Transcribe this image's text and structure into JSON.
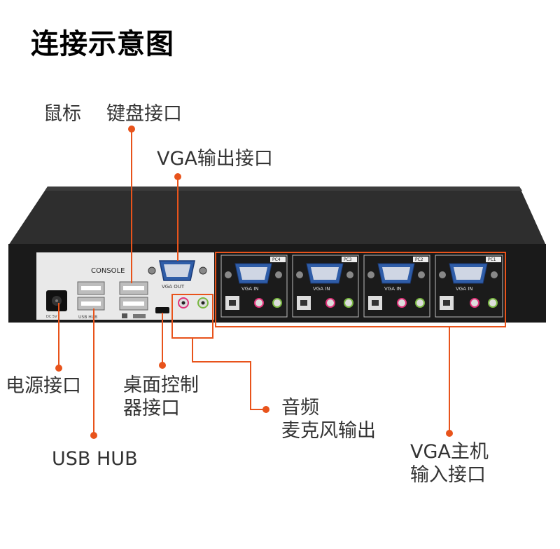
{
  "title": "连接示意图",
  "labels": {
    "mouse": "鼠标",
    "keyboard": "键盘接口",
    "vga_out": "VGA输出接口",
    "power": "电源接口",
    "usb_hub": "USB HUB",
    "desktop_controller": [
      "桌面控制",
      "器接口"
    ],
    "audio": [
      "音频",
      "麦克风输出"
    ],
    "vga_host": [
      "VGA主机",
      "输入接口"
    ]
  },
  "panel": {
    "console": "CONSOLE",
    "vga_out_port": "VGA OUT",
    "vga_in_port": "VGA IN",
    "pc_tags": [
      "PC4",
      "PC3",
      "PC2",
      "PC1"
    ],
    "usb_hub_port": "USB HUB",
    "dc_port": "DC 5V"
  },
  "colors": {
    "callout": "#e8531b",
    "device_body": "#1a1a1a",
    "device_top": "#2e2e2e",
    "panel_silver": "#e9e9e9",
    "connector_blue": "#2f5da8"
  }
}
